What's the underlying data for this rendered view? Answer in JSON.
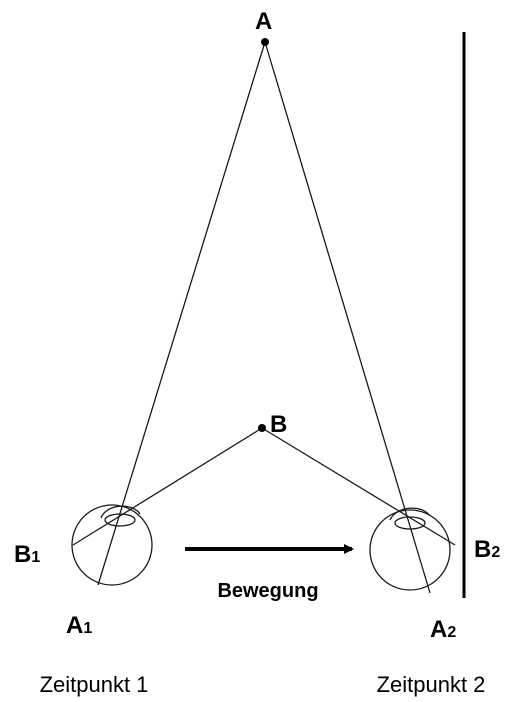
{
  "points": {
    "far": "A",
    "near": "B"
  },
  "projections": {
    "left_b": {
      "base": "B",
      "sub": "1"
    },
    "left_a": {
      "base": "A",
      "sub": "1"
    },
    "right_b": {
      "base": "B",
      "sub": "2"
    },
    "right_a": {
      "base": "A",
      "sub": "2"
    }
  },
  "motion_label": "Bewegung",
  "captions": {
    "time1": "Zeitpunkt 1",
    "time2": "Zeitpunkt 2"
  }
}
